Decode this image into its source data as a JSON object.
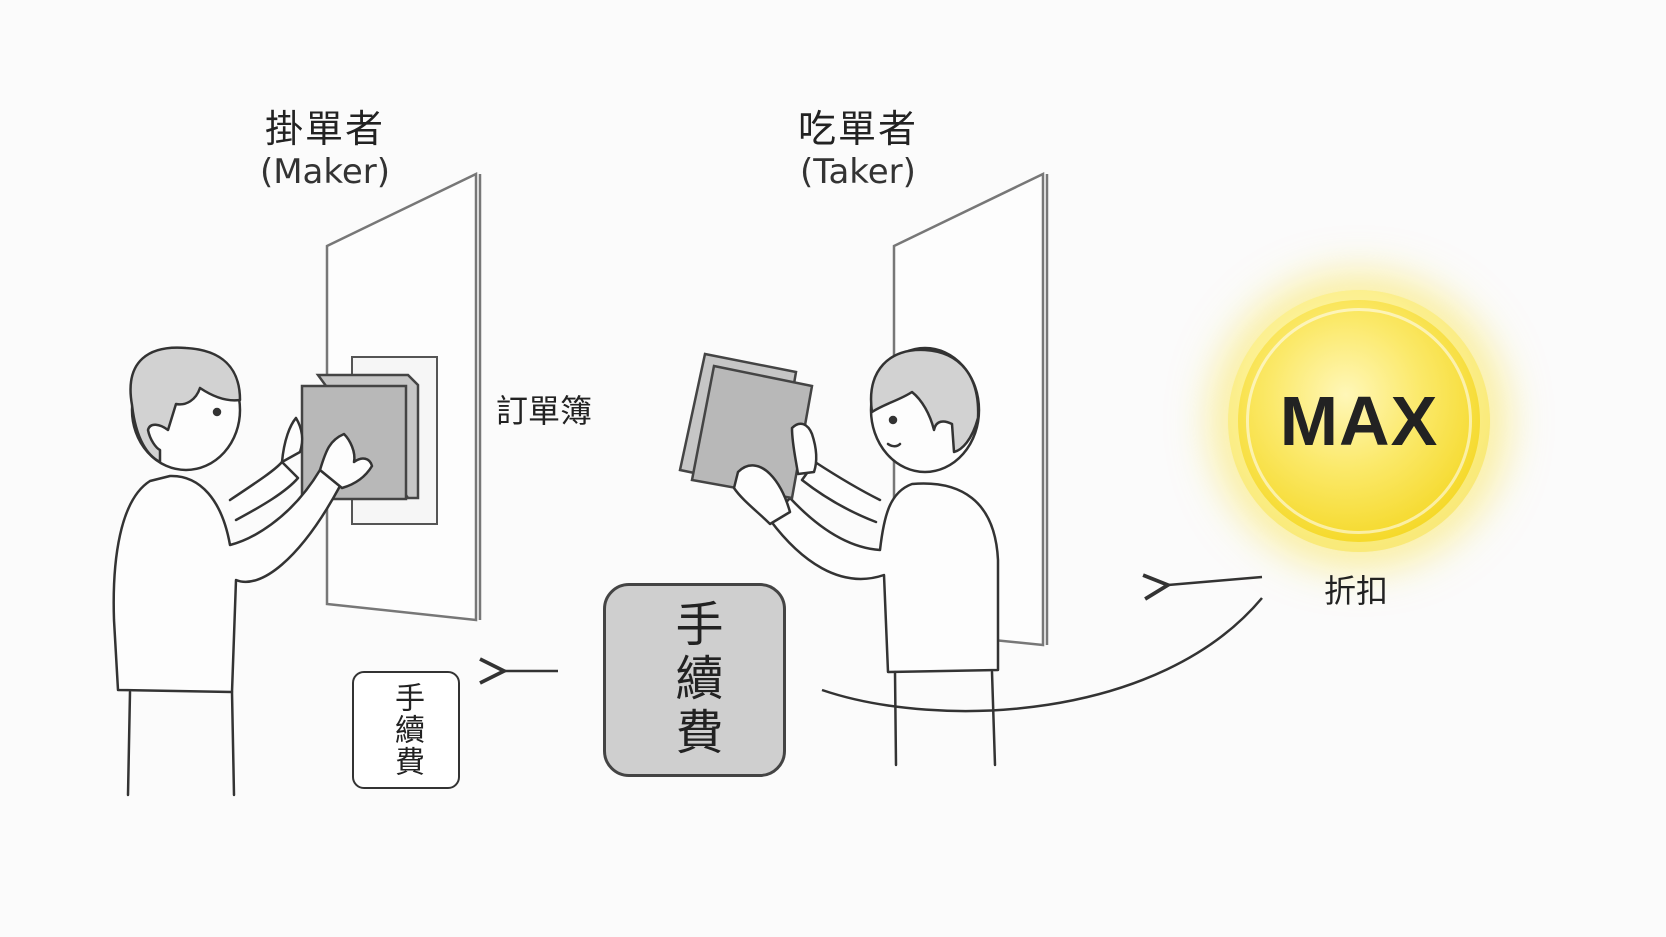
{
  "maker": {
    "title": "掛單者",
    "subtitle": "(Maker)"
  },
  "taker": {
    "title": "吃單者",
    "subtitle": "(Taker)"
  },
  "order_book_label": "訂單簿",
  "fee_small": "手續費",
  "fee_large": "手續費",
  "coin": {
    "text": "MAX",
    "color": "#f5d92a"
  },
  "discount_label": "折扣",
  "colors": {
    "stroke": "#333333",
    "book_fill": "#b8b8b8",
    "skin_fill": "#d2d2d2"
  }
}
